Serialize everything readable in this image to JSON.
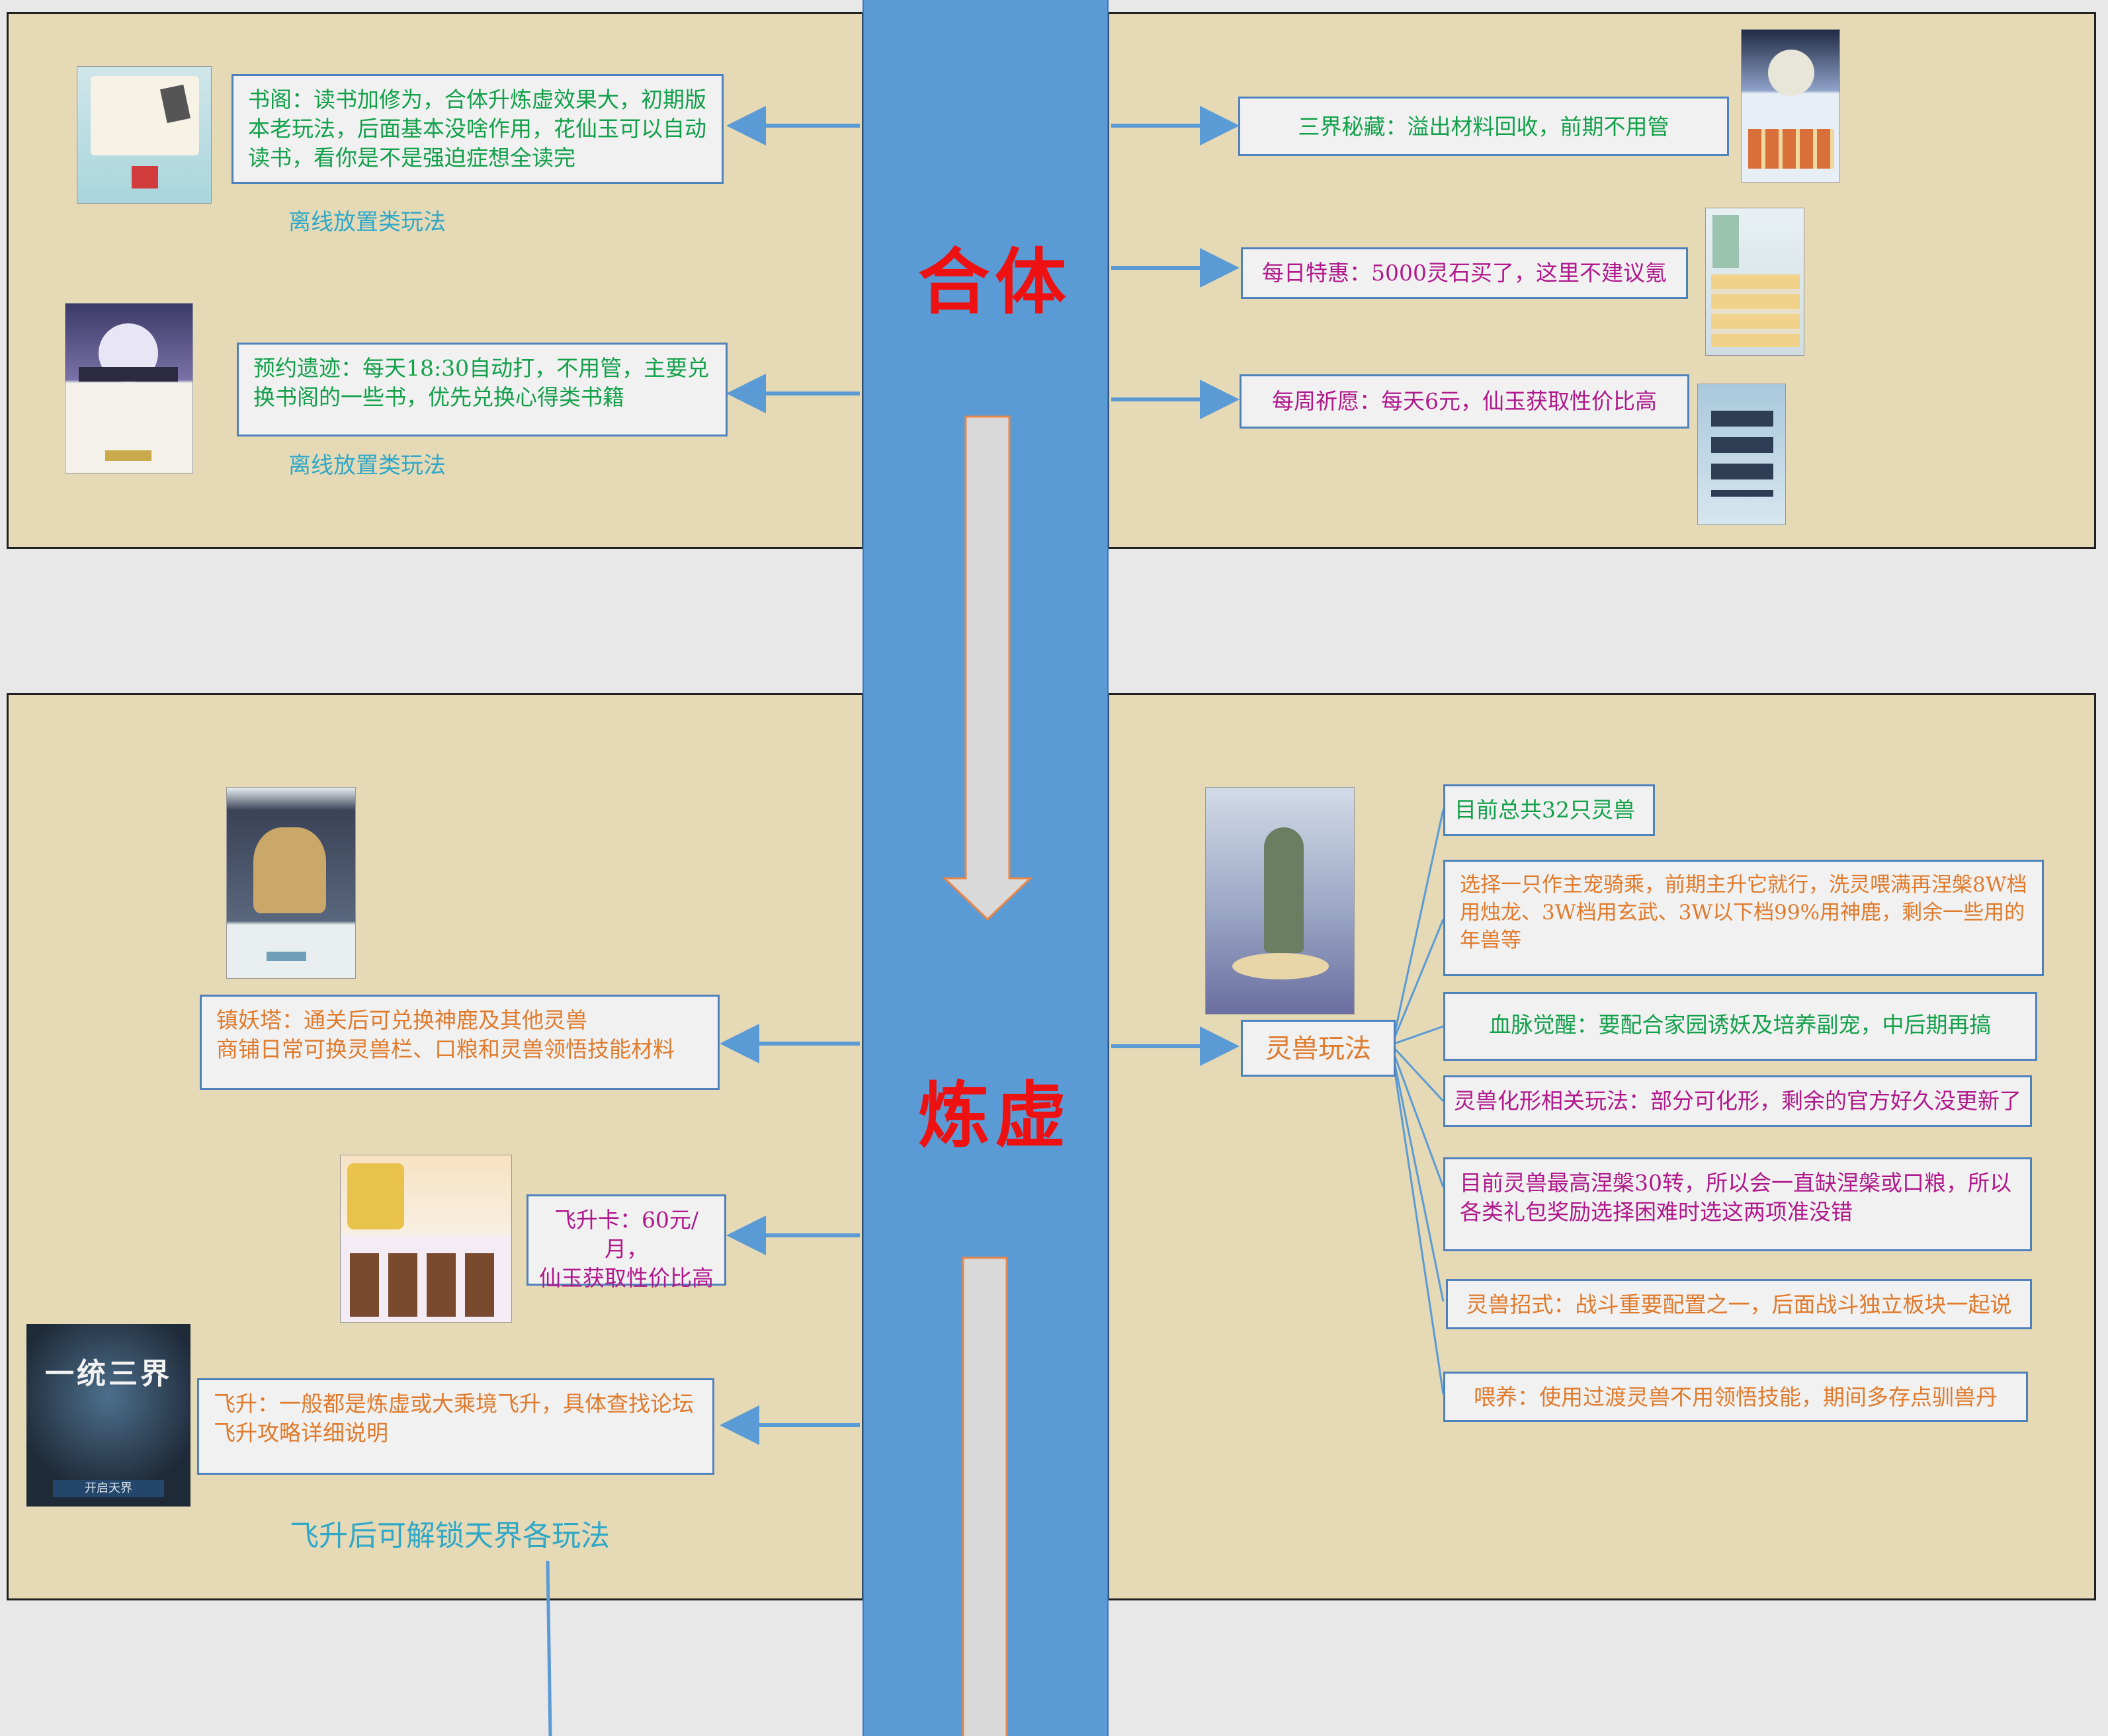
{
  "stages": {
    "upper": "合体",
    "lower": "炼虚"
  },
  "upper_left": {
    "book_pavilion": "书阁：读书加修为，合体升炼虚效果大，初期版本老玩法，后面基本没啥作用，花仙玉可以自动读书，看你是不是强迫症想全读完",
    "book_caption": "离线放置类玩法",
    "ruins": "预约遗迹：每天18:30自动打，不用管，主要兑换书阁的一些书，优先兑换心得类书籍",
    "ruins_caption": "离线放置类玩法"
  },
  "upper_right": {
    "secret_store": "三界秘藏：溢出材料回收，前期不用管",
    "daily_deal": "每日特惠：5000灵石买了，这里不建议氪",
    "weekly_wish": "每周祈愿：每天6元，仙玉获取性价比高"
  },
  "lower_left": {
    "demon_tower_line1": "镇妖塔：通关后可兑换神鹿及其他灵兽",
    "demon_tower_line2": "商铺日常可换灵兽栏、口粮和灵兽领悟技能材料",
    "ascend_card_line1": "飞升卡：60元/月，",
    "ascend_card_line2": "仙玉获取性价比高",
    "ascend": "飞升：一般都是炼虚或大乘境飞升，具体查找论坛飞升攻略详细说明",
    "ascend_caption": "飞升后可解锁天界各玩法",
    "unify_logo": "一统三界",
    "unify_button": "开启天界"
  },
  "lower_right": {
    "pet_hub": "灵兽玩法",
    "pet_total": "目前总共32只灵兽",
    "pet_mount": "选择一只作主宠骑乘，前期主升它就行，洗灵喂满再涅槃8W档用烛龙、3W档用玄武、3W以下档99%用神鹿，剩余一些用的年兽等",
    "bloodline": "血脉觉醒：要配合家园诱妖及培养副宠，中后期再搞",
    "transform": "灵兽化形相关玩法：部分可化形，剩余的官方好久没更新了",
    "nirvana": "目前灵兽最高涅槃30转，所以会一直缺涅槃或口粮，所以各类礼包奖励选择困难时选这两项准没错",
    "skills": "灵兽招式：战斗重要配置之一，后面战斗独立板块一起说",
    "feeding": "喂养：使用过渡灵兽不用领悟技能，期间多存点驯兽丹"
  },
  "colors": {
    "panel_bg": "#e6dab6",
    "spine": "#5b9bd5",
    "stage_text": "#ee1111",
    "connector": "#5b9bd5"
  }
}
